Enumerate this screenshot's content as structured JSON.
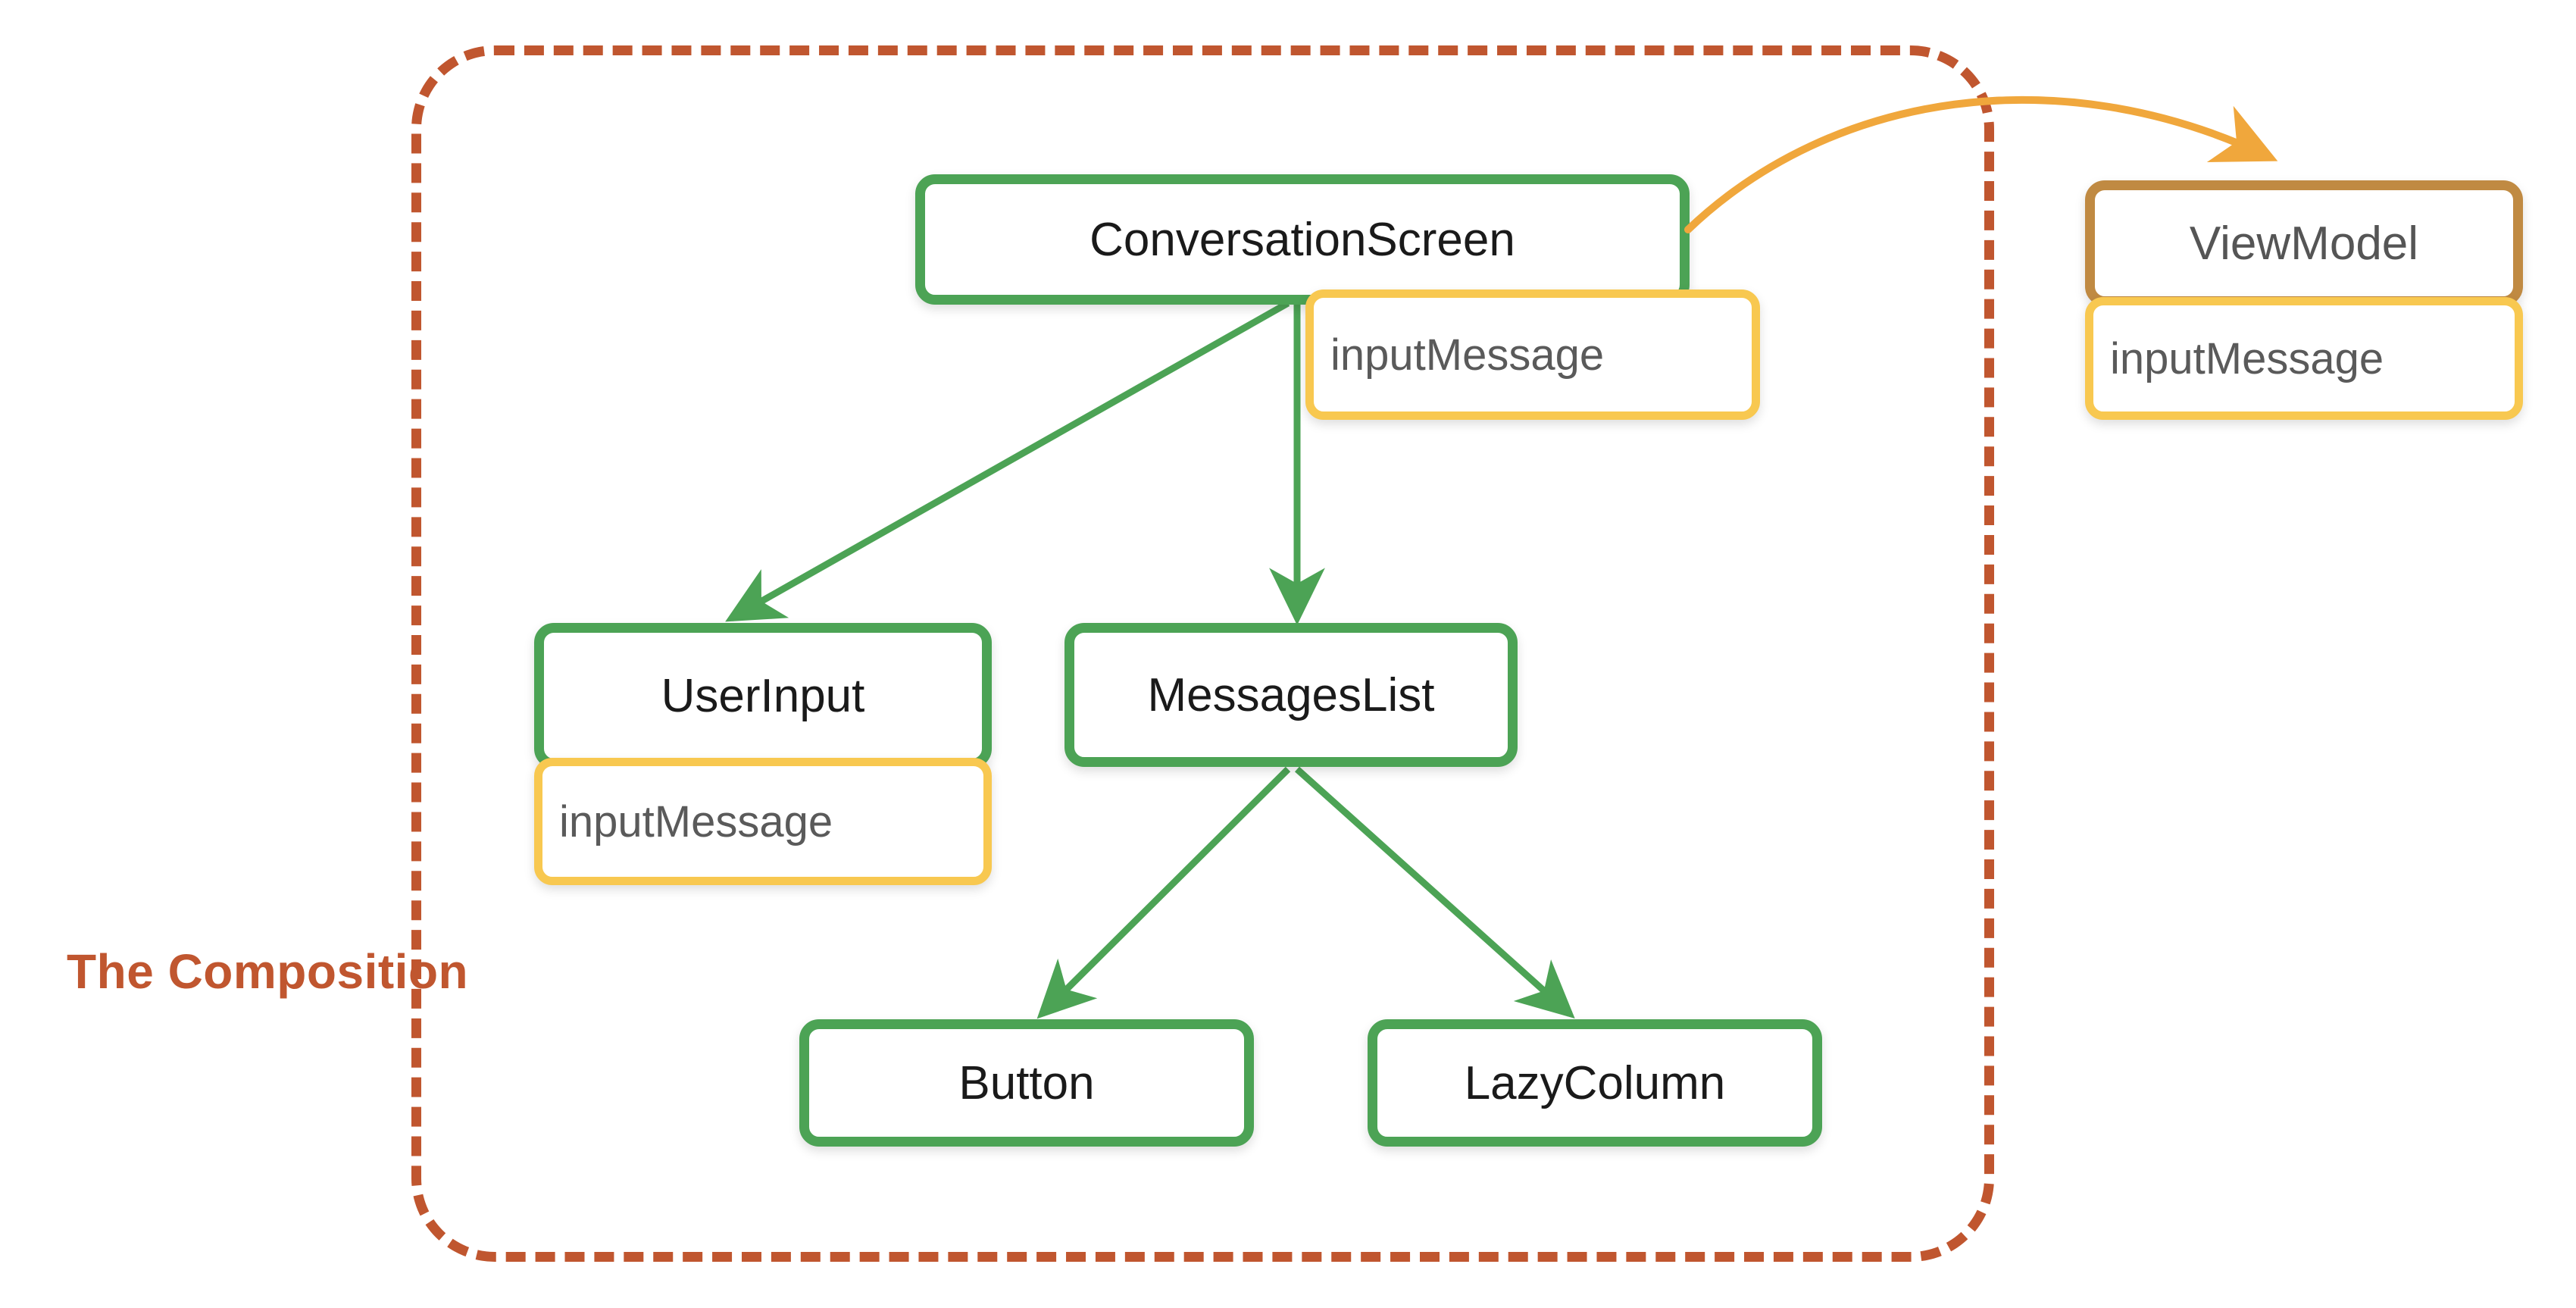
{
  "diagram": {
    "title": "The Composition",
    "boundary_label": "The Composition",
    "colors": {
      "composition_border": "#C0562F",
      "composable_border": "#4CA355",
      "state_chip_border": "#F8C850",
      "view_model_border": "#C08A42",
      "state_arrow": "#F0A73C",
      "composition_arrow": "#4CA355",
      "node_text": "#1a1a1a",
      "chip_text": "#5A5A5A",
      "background": "#ffffff"
    },
    "nodes": [
      {
        "id": "conversation-screen",
        "label": "ConversationScreen",
        "kind": "composable"
      },
      {
        "id": "conversation-screen-state",
        "label": "inputMessage",
        "kind": "state-chip"
      },
      {
        "id": "view-model",
        "label": "ViewModel",
        "kind": "view-model"
      },
      {
        "id": "view-model-state",
        "label": "inputMessage",
        "kind": "state-chip"
      },
      {
        "id": "user-input",
        "label": "UserInput",
        "kind": "composable"
      },
      {
        "id": "user-input-state",
        "label": "inputMessage",
        "kind": "state-chip"
      },
      {
        "id": "messages-list",
        "label": "MessagesList",
        "kind": "composable"
      },
      {
        "id": "button",
        "label": "Button",
        "kind": "composable"
      },
      {
        "id": "lazy-column",
        "label": "LazyColumn",
        "kind": "composable"
      }
    ],
    "edges": [
      {
        "from": "conversation-screen",
        "to": "user-input",
        "style": "solid",
        "color": "#4CA355"
      },
      {
        "from": "conversation-screen",
        "to": "messages-list",
        "style": "solid",
        "color": "#4CA355"
      },
      {
        "from": "messages-list",
        "to": "button",
        "style": "solid",
        "color": "#4CA355"
      },
      {
        "from": "messages-list",
        "to": "lazy-column",
        "style": "solid",
        "color": "#4CA355"
      },
      {
        "from": "conversation-screen",
        "to": "view-model",
        "style": "curved",
        "color": "#F0A73C"
      }
    ]
  }
}
